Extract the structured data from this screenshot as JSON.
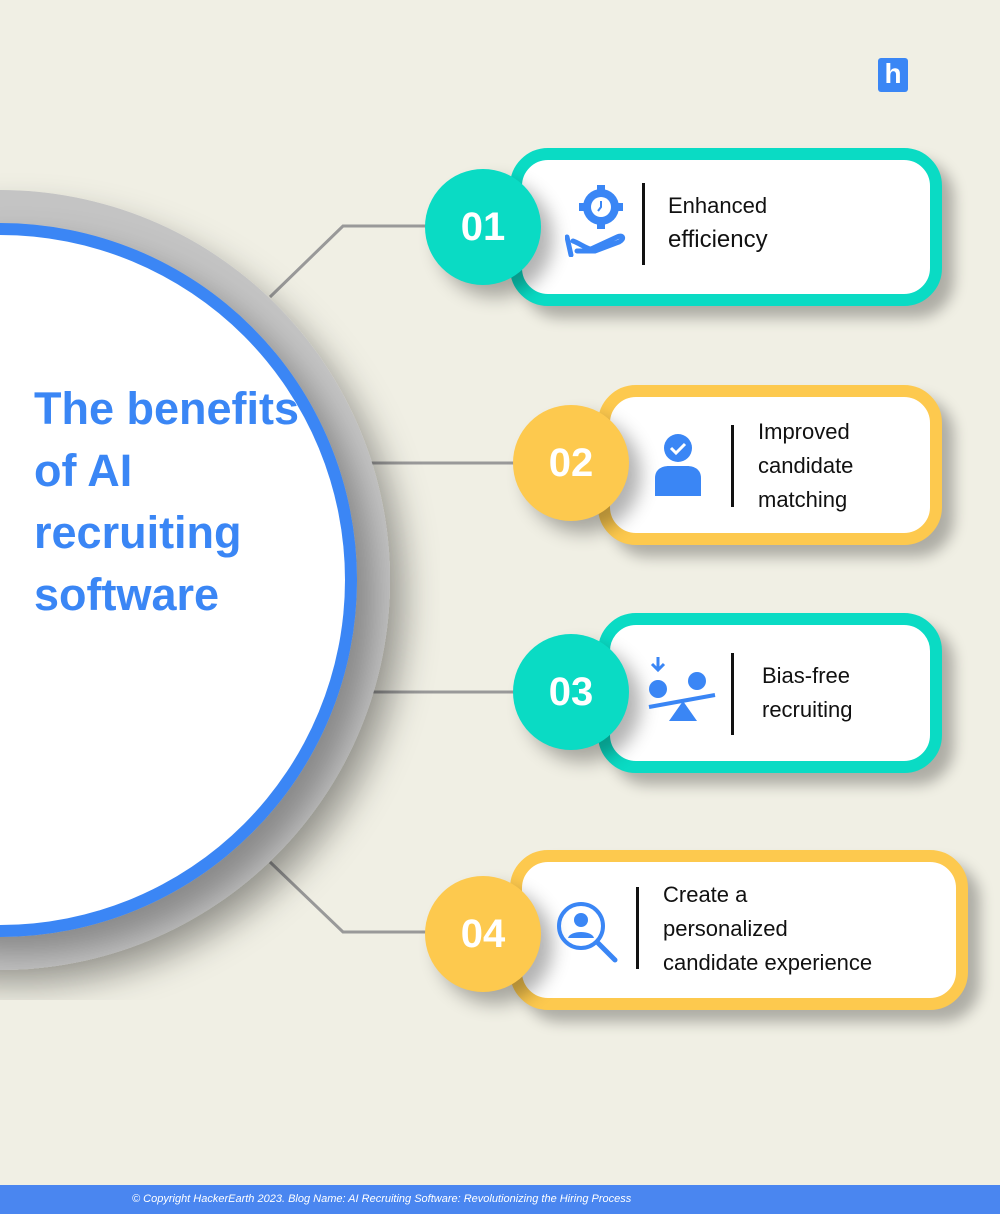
{
  "logo": {
    "letter": "h"
  },
  "heading": "The benefits of AI recruiting software",
  "items": [
    {
      "number": "01",
      "lines": [
        "Enhanced",
        "efficiency"
      ],
      "icon": "gear-clock-hand-icon",
      "color": "#0adbc4"
    },
    {
      "number": "02",
      "lines": [
        "Improved",
        "candidate",
        "matching"
      ],
      "icon": "user-check-icon",
      "color": "#fdc94e"
    },
    {
      "number": "03",
      "lines": [
        "Bias-free",
        "recruiting"
      ],
      "icon": "balance-people-icon",
      "color": "#0adbc4"
    },
    {
      "number": "04",
      "lines": [
        "Create a",
        "personalized",
        "candidate experience"
      ],
      "icon": "search-user-icon",
      "color": "#fdc94e"
    }
  ],
  "footer": "© Copyright HackerEarth 2023. Blog Name: AI Recruiting Software: Revolutionizing the Hiring Process",
  "colors": {
    "accent": "#3a86f5",
    "teal": "#0adbc4",
    "yellow": "#fdc94e",
    "background": "#f0efe4"
  }
}
